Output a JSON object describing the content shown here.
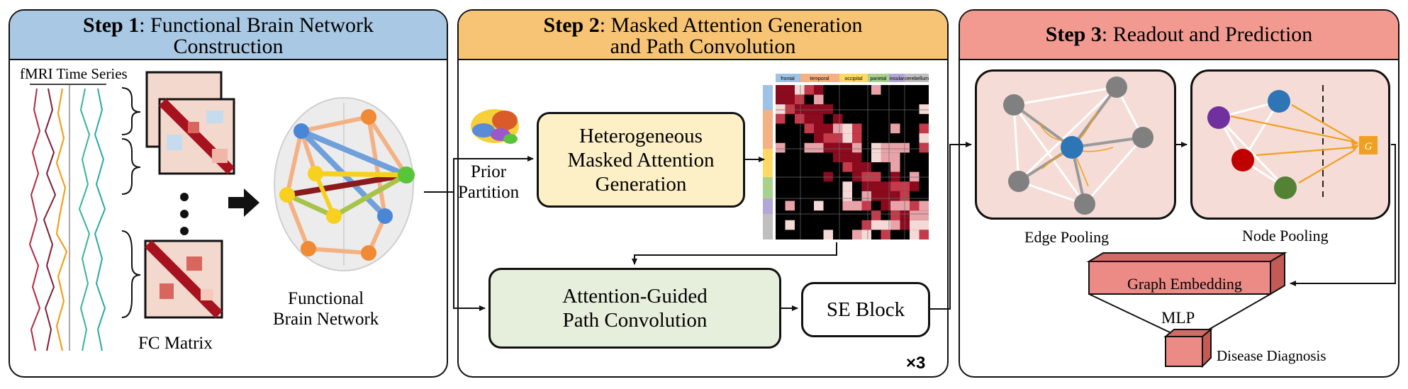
{
  "step1": {
    "step_label": "Step 1",
    "title": ": Functional Brain Network Construction",
    "title_line1": ": Functional Brain Network",
    "title_line2": "Construction",
    "header_color": "#a8c8e3",
    "fmri_label": "fMRI Time Series",
    "fc_matrix_label": "FC Matrix",
    "network_label_line1": "Functional",
    "network_label_line2": "Brain Network"
  },
  "step2": {
    "step_label": "Step 2",
    "title_line1": ": Masked Attention Generation",
    "title_line2": "and Path Convolution",
    "header_color": "#f7c476",
    "prior_line1": "Prior",
    "prior_line2": "Partition",
    "hmag_line1": "Heterogeneous",
    "hmag_line2": "Masked Attention",
    "hmag_line3": "Generation",
    "hmag_color": "#fdf0c6",
    "agpc_line1": "Attention-Guided",
    "agpc_line2": "Path Convolution",
    "agpc_color": "#e6efdc",
    "se_block": "SE Block",
    "repeat": "×3",
    "mask_regions": [
      "frontal",
      "temporal",
      "occipital",
      "parietal",
      "insular",
      "cerebellum"
    ],
    "mask_region_colors": [
      "#9ec3e6",
      "#f4b183",
      "#ffd966",
      "#a9d18e",
      "#b4a7d6",
      "#bfbfbf"
    ]
  },
  "step3": {
    "step_label": "Step 3",
    "title": ": Readout and Prediction",
    "header_color": "#f29a90",
    "edge_pooling": "Edge Pooling",
    "node_pooling": "Node Pooling",
    "graph_embedding": "Graph Embedding",
    "mlp": "MLP",
    "disease_diagnosis": "Disease Diagnosis",
    "readout_symbol": "G"
  },
  "colors": {
    "heat_dark": "#8b0a1e",
    "pool_bg": "#f6dcd6",
    "embed": "#ec8a86",
    "arrow_orange": "#f0a020"
  }
}
